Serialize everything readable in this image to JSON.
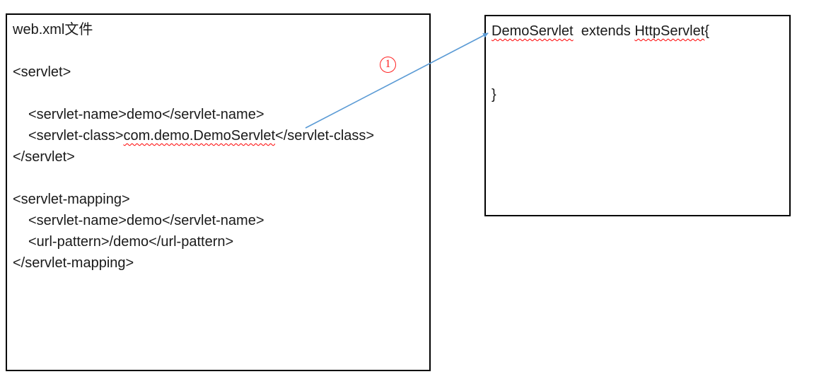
{
  "colors": {
    "arrow_blue": "#5b9bd5",
    "error_red": "#ff0000",
    "border_black": "#000000"
  },
  "left_box": {
    "title": "web.xml文件",
    "servlet_open": "<servlet>",
    "servlet_name": "<servlet-name>demo</servlet-name>",
    "servlet_class_prefix": "<servlet-class>",
    "servlet_class_value": "com.demo.DemoServlet",
    "servlet_class_suffix": "</servlet-class>",
    "servlet_close": "</servlet>",
    "mapping_open": "<servlet-mapping>",
    "mapping_servlet_name": "<servlet-name>demo</servlet-name>",
    "url_pattern": "<url-pattern>/demo</url-pattern>",
    "mapping_close": "</servlet-mapping>"
  },
  "right_box": {
    "class_name": "DemoServlet",
    "extends_text": "  extends ",
    "superclass_name": "HttpServlet",
    "open_brace": "{",
    "close_brace": "}"
  },
  "annotation": {
    "step_label": "1"
  }
}
